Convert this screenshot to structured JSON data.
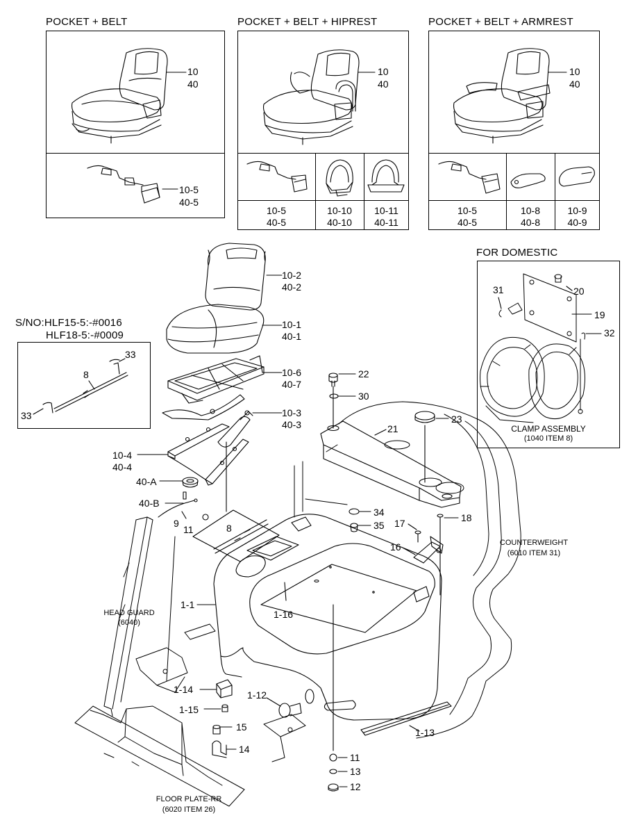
{
  "panels": {
    "pocket_belt": {
      "title": "POCKET + BELT",
      "seat_l1": "10",
      "seat_l2": "40",
      "belt_l1": "10-5",
      "belt_l2": "40-5"
    },
    "pocket_belt_hiprest": {
      "title": "POCKET + BELT + HIPREST",
      "seat_l1": "10",
      "seat_l2": "40",
      "cells": [
        {
          "l1": "10-5",
          "l2": "40-5"
        },
        {
          "l1": "10-10",
          "l2": "40-10"
        },
        {
          "l1": "10-11",
          "l2": "40-11"
        }
      ]
    },
    "pocket_belt_armrest": {
      "title": "POCKET + BELT + ARMREST",
      "seat_l1": "10",
      "seat_l2": "40",
      "cells": [
        {
          "l1": "10-5",
          "l2": "40-5"
        },
        {
          "l1": "10-8",
          "l2": "40-8"
        },
        {
          "l1": "10-9",
          "l2": "40-9"
        }
      ]
    }
  },
  "serial": {
    "line1": "S/NO:HLF15-5:-#0016",
    "line2": "HLF18-5:-#0009",
    "labels": [
      "33",
      "8",
      "33"
    ]
  },
  "domestic": {
    "title": "FOR DOMESTIC",
    "labels": [
      "31",
      "20",
      "19",
      "32"
    ],
    "caption1": "CLAMP ASSEMBLY",
    "caption2": "(1040 ITEM 8)"
  },
  "callouts": {
    "seat_back": [
      "10-2",
      "40-2"
    ],
    "seat_cushion": [
      "10-1",
      "40-1"
    ],
    "suspension": [
      "10-6",
      "40-7"
    ],
    "gas_spring": [
      "10-3",
      "40-3"
    ],
    "slide_rail": [
      "10-4",
      "40-4"
    ],
    "grommet": "40-A",
    "cable": "40-B",
    "p9": "9",
    "p11a": "11",
    "p8": "8",
    "p22": "22",
    "p30": "30",
    "p21": "21",
    "p23": "23",
    "p34": "34",
    "p35": "35",
    "p17": "17",
    "p18": "18",
    "p16": "16",
    "hood": "1-1",
    "p1_16": "1-16",
    "p1_14": "1-14",
    "p1_15": "1-15",
    "p1_12": "1-12",
    "p15": "15",
    "p14": "14",
    "p1_13": "1-13",
    "p11b": "11",
    "p13": "13",
    "p12": "12"
  },
  "references": {
    "head_guard_1": "HEAD GUARD",
    "head_guard_2": "(6040)",
    "counterweight_1": "COUNTERWEIGHT",
    "counterweight_2": "(6010 ITEM 31)",
    "floor_plate_1": "FLOOR PLATE-RR",
    "floor_plate_2": "(6020 ITEM 26)"
  }
}
